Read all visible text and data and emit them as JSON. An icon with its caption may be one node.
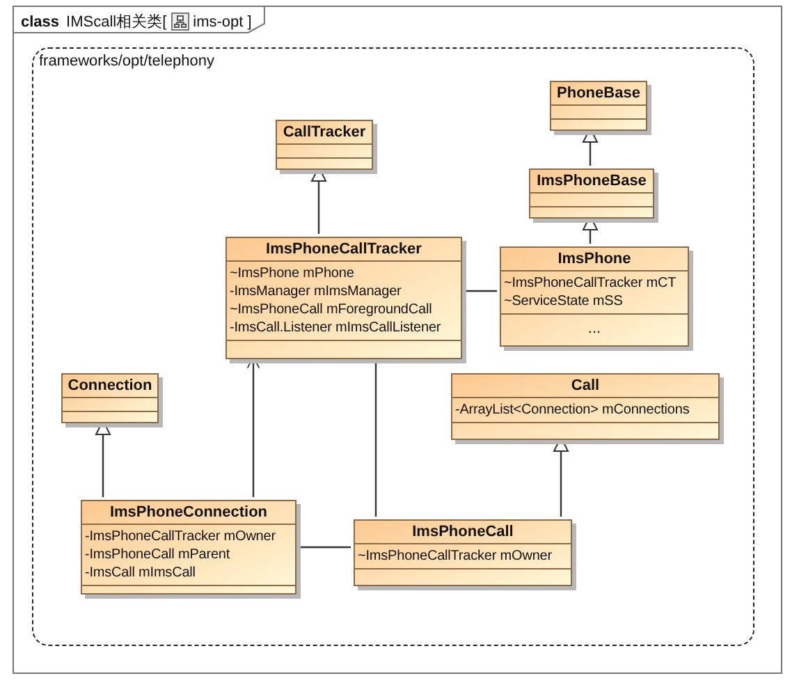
{
  "diagram": {
    "nodes": [
      {
        "text": [
          "class",
          "IMScall相关类[",
          "ims-opt ]"
        ]
      },
      {
        "text": [
          "frameworks/opt/telephony"
        ],
        "in": 0
      },
      {
        "text": [
          "PhoneBase"
        ],
        "in": 1
      },
      {
        "text": [
          "ImsPhoneBase"
        ],
        "in": 1
      },
      {
        "text": [
          "CallTracker"
        ],
        "in": 1
      },
      {
        "text": [
          "ImsPhoneCallTracker",
          "~ImsPhone mPhone",
          "-ImsManager mImsManager",
          "~ImsPhoneCall mForegroundCall",
          "-ImsCall.Listener mImsCallListener"
        ],
        "in": 1
      },
      {
        "text": [
          "ImsPhone",
          "~ImsPhoneCallTracker mCT",
          "~ServiceState mSS",
          "..."
        ],
        "in": 1
      },
      {
        "text": [
          "Connection"
        ],
        "in": 1
      },
      {
        "text": [
          "Call",
          "-ArrayList<Connection> mConnections"
        ],
        "in": 1
      },
      {
        "text": [
          "ImsPhoneConnection",
          "-ImsPhoneCallTracker mOwner",
          "-ImsPhoneCall mParent",
          "-ImsCall mImsCall"
        ],
        "in": 1
      },
      {
        "text": [
          "ImsPhoneCall",
          "~ImsPhoneCallTracker mOwner"
        ],
        "in": 1
      }
    ],
    "edges": [
      {
        "from": 3,
        "to": 2,
        "arrow": "to"
      },
      {
        "from": 6,
        "to": 3,
        "arrow": "to"
      },
      {
        "from": 5,
        "to": 4,
        "arrow": "to"
      },
      {
        "from": 5,
        "to": 6,
        "arrow": "none"
      },
      {
        "from": 9,
        "to": 5,
        "arrow": "to"
      },
      {
        "from": 10,
        "to": 5,
        "arrow": "none"
      },
      {
        "from": 9,
        "to": 7,
        "arrow": "to"
      },
      {
        "from": 10,
        "to": 8,
        "arrow": "to"
      },
      {
        "from": 9,
        "to": 10,
        "arrow": "none"
      }
    ]
  }
}
